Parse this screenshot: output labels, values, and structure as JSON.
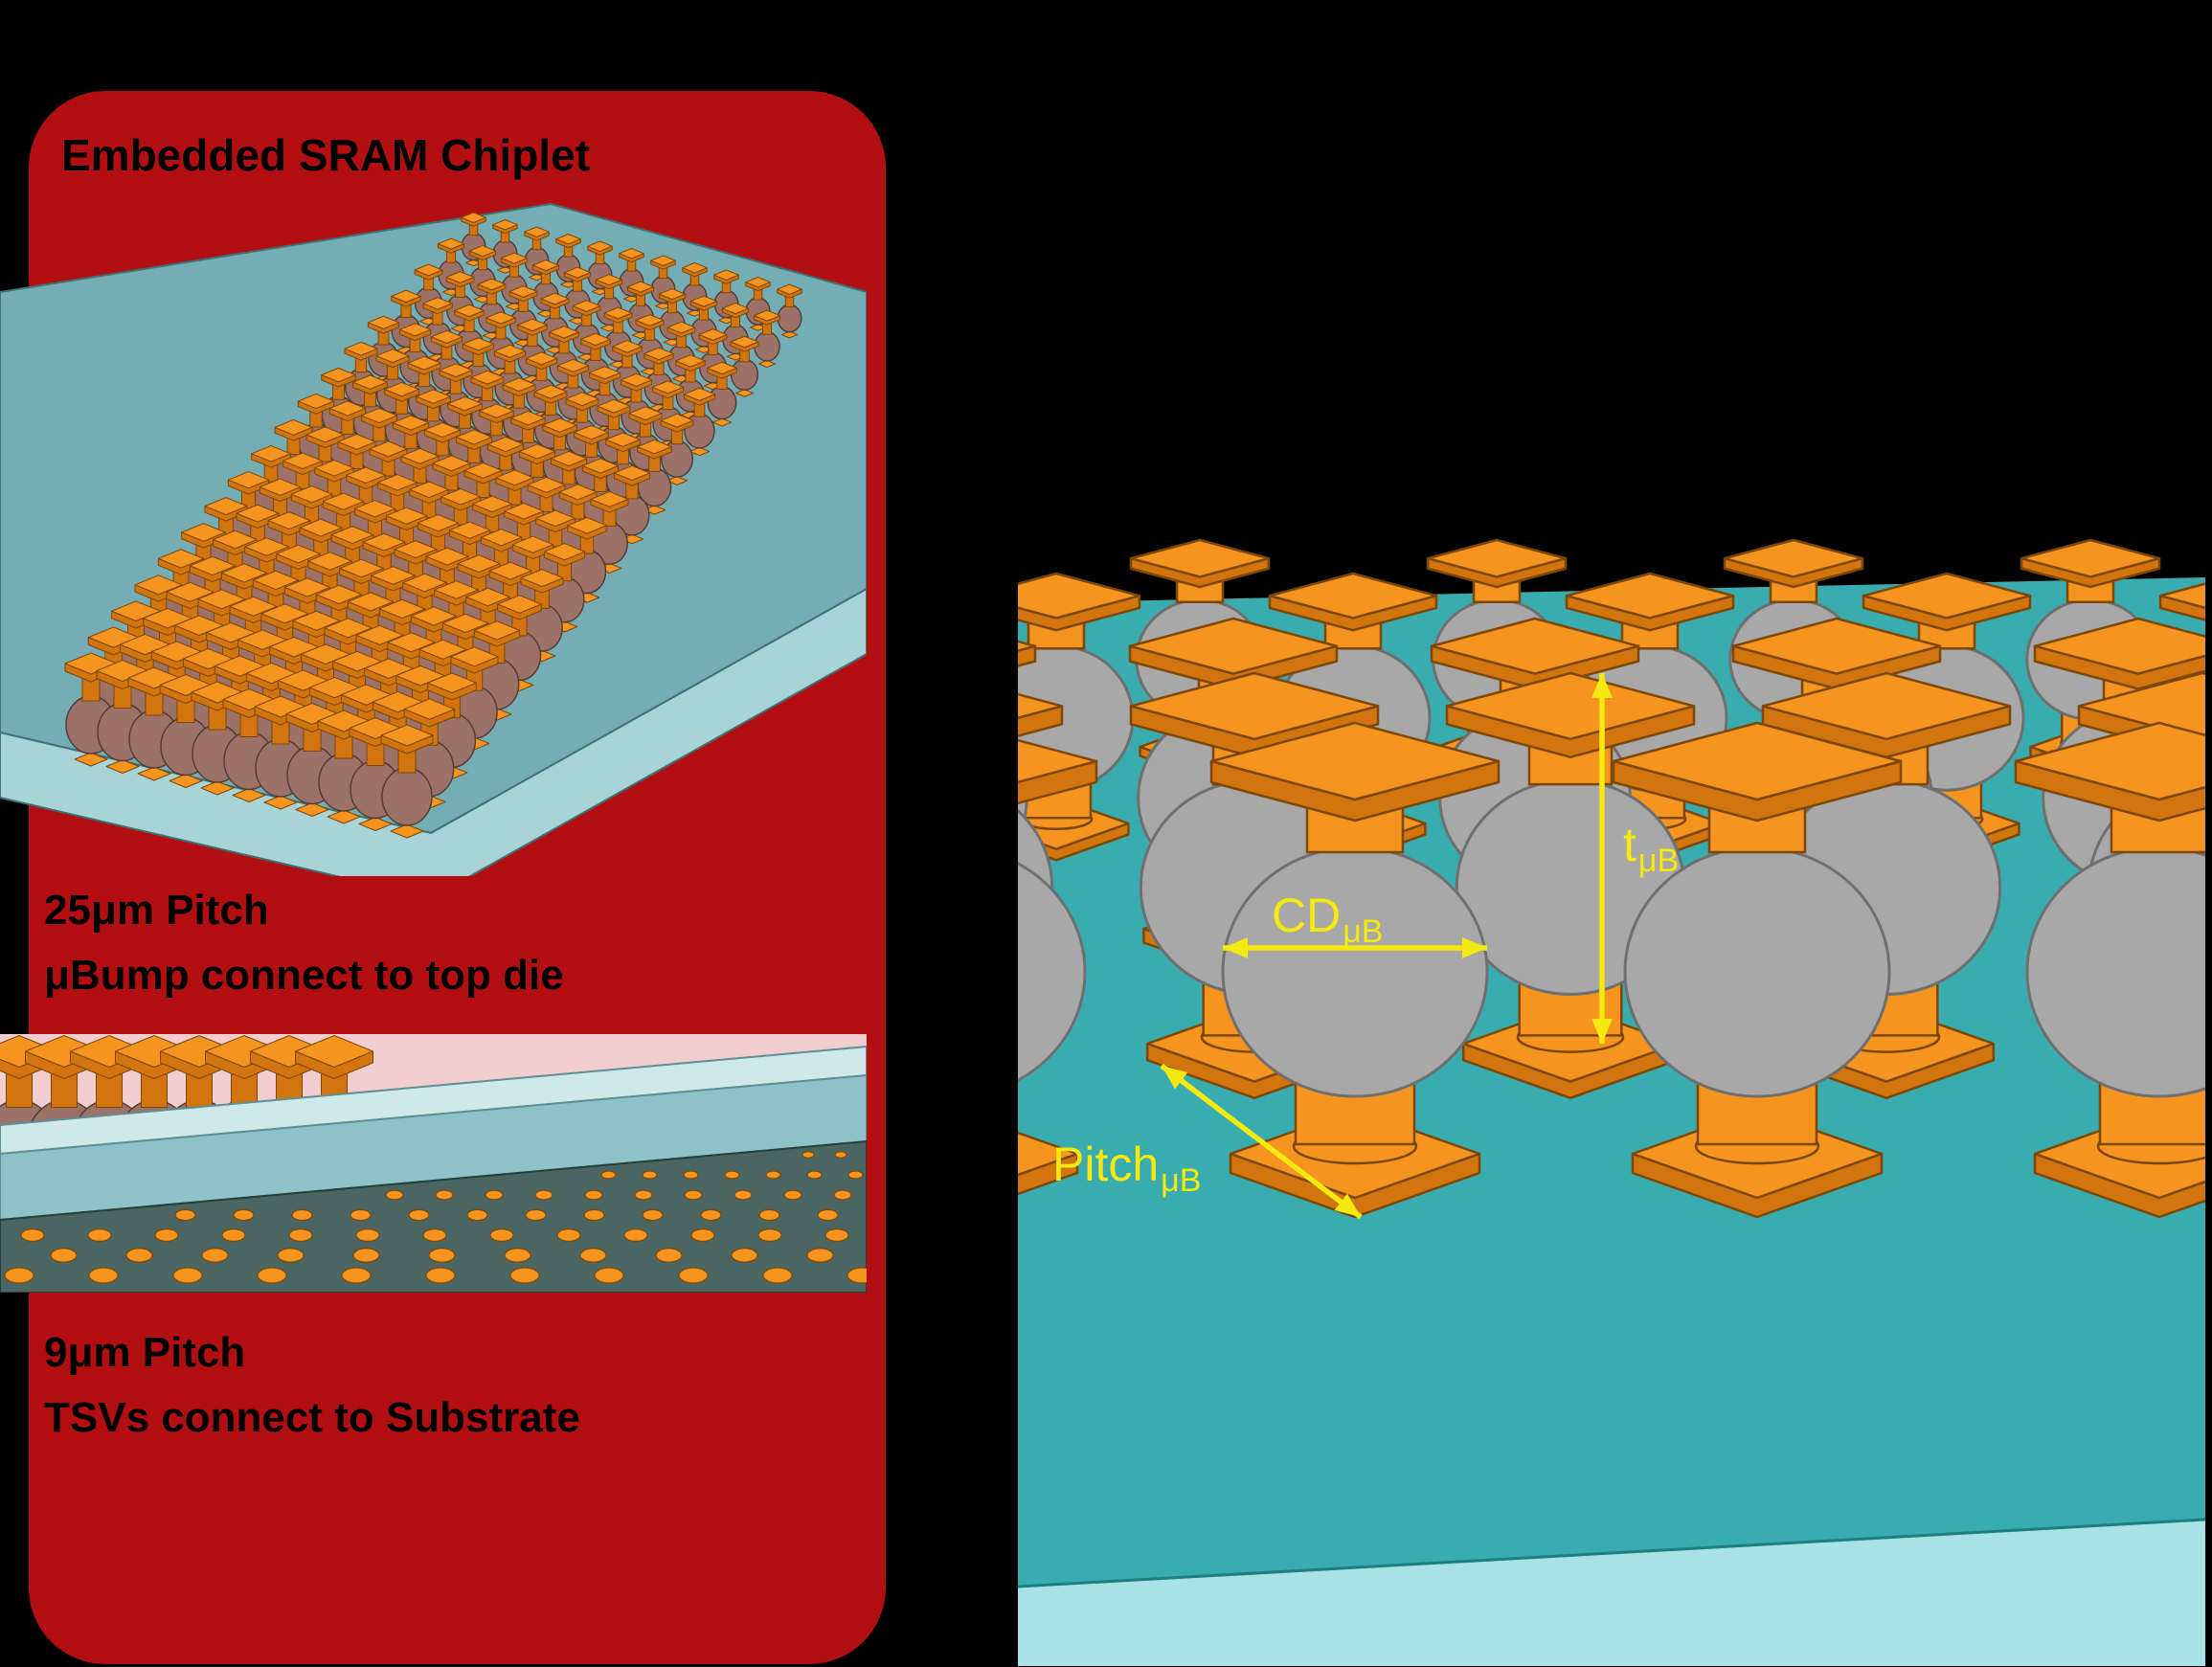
{
  "panel": {
    "title": "Embedded SRAM Chiplet",
    "caption1_line1": "25μm Pitch",
    "caption1_line2": "μBump connect to top die",
    "caption2_line1": "9μm Pitch",
    "caption2_line2": "TSVs connect to Substrate"
  },
  "annotations": {
    "t": {
      "text": "t",
      "sub": "μB"
    },
    "cd": {
      "text": "CD",
      "sub": "μB"
    },
    "pitch": {
      "text": "Pitch",
      "sub": "μB"
    }
  },
  "colors": {
    "background": "#000000",
    "panel_red": "#B30F12",
    "die_teal_top": "#74AEB4",
    "die_teal_front": "#A8D4D8",
    "die_edge": "#3D7276",
    "substrate_teal": "#38ACAE",
    "substrate_front": "#A9E2E6",
    "substrate_edge": "#1C7F80",
    "copper_top": "#F5941E",
    "copper_side": "#D2750E",
    "copper_outline": "#7C4708",
    "solder_gray": "#A8A8A8",
    "solder_outline": "#6F6F6F",
    "solder_mauve": "#9C7168",
    "solder_mauve_outline": "#503A34",
    "tsv_slate": "#4B6662",
    "cross_pink": "#F2CED0",
    "annotation_yellow": "#F5E90F"
  }
}
